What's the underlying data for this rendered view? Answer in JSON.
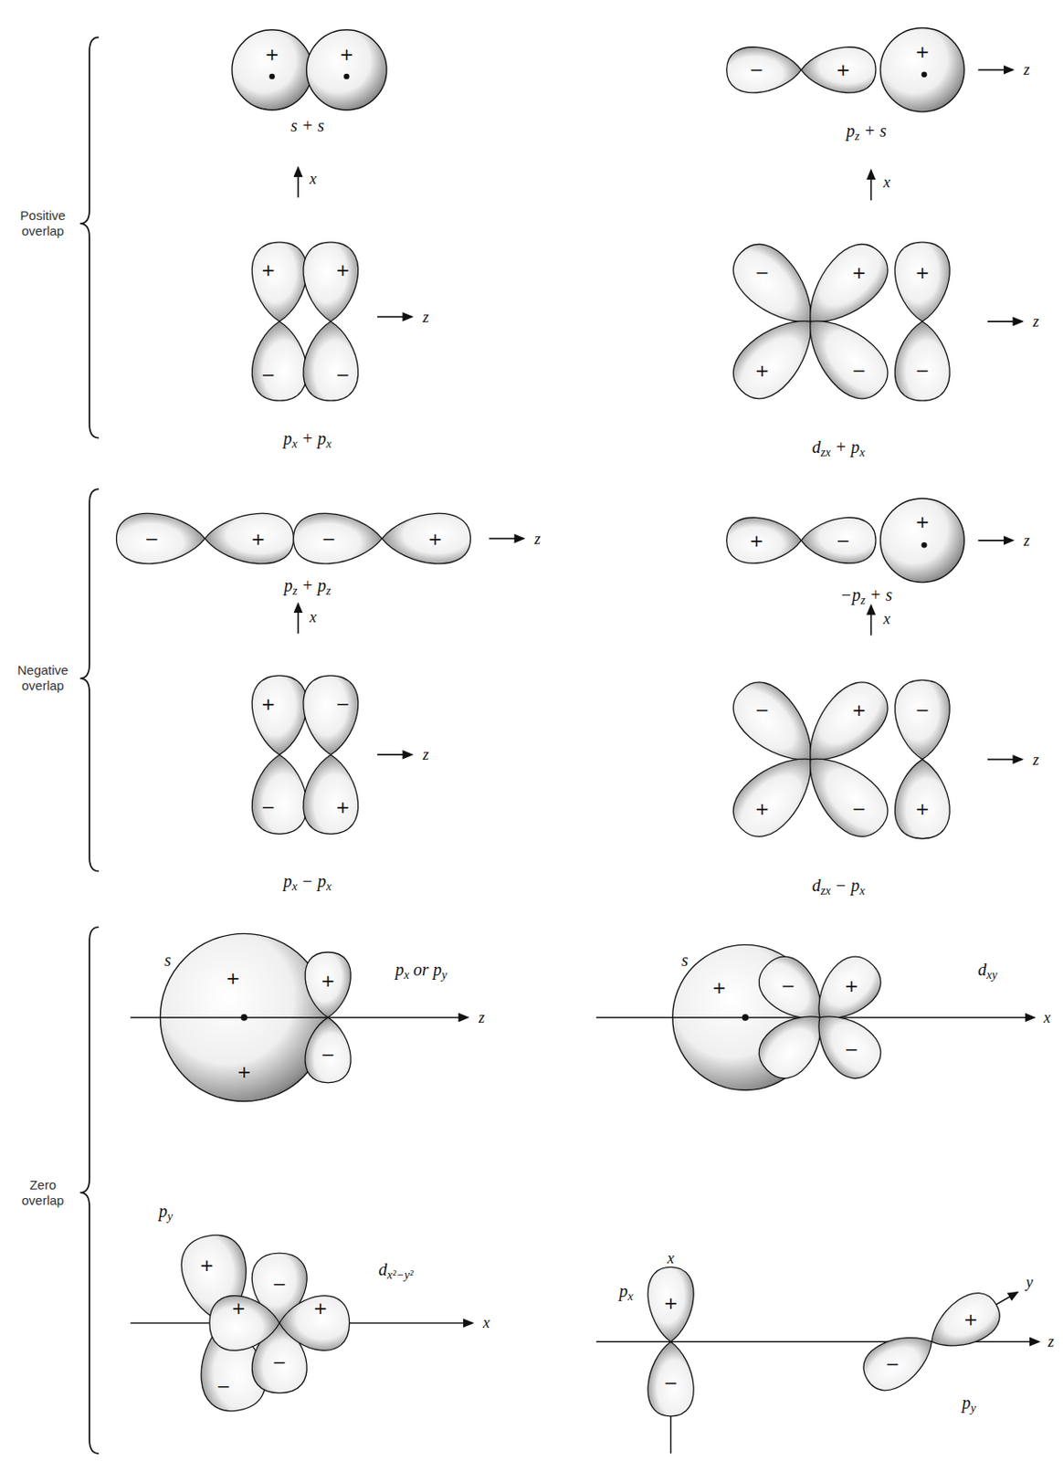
{
  "diagram": {
    "labels": [
      "Positive overlap",
      "Negative overlap",
      "Zero overlap",
      "+",
      "+",
      "s + s",
      "x",
      "+",
      "+",
      "−",
      "−",
      "z",
      "px + px",
      "−",
      "+",
      "+",
      "z",
      "pz + s",
      "x",
      "−",
      "+",
      "+",
      "−",
      "+",
      "−",
      "z",
      "dzx + px",
      "−",
      "+",
      "−",
      "+",
      "z",
      "pz + pz",
      "x",
      "+",
      "−",
      "−",
      "+",
      "z",
      "px − px",
      "+",
      "−",
      "+",
      "z",
      "−pz + s",
      "x",
      "−",
      "+",
      "+",
      "−",
      "−",
      "+",
      "z",
      "dzx − px",
      "s",
      "+",
      "+",
      "+",
      "−",
      "px or py",
      "z",
      "s",
      "+",
      "−",
      "+",
      "−",
      "dxy",
      "x",
      "py",
      "+",
      "−",
      "+",
      "+",
      "−",
      "−",
      "dx²−y²",
      "x",
      "x",
      "px",
      "+",
      "−",
      "y",
      "+",
      "−",
      "py",
      "z"
    ]
  }
}
